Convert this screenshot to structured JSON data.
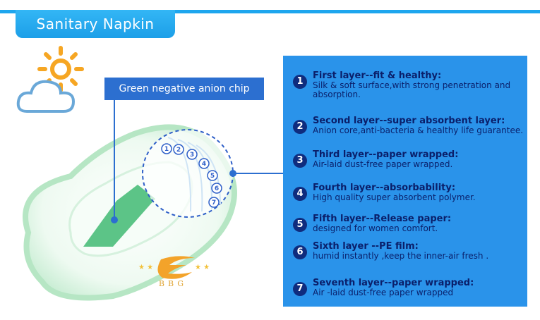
{
  "header": {
    "title": "Sanitary Napkin"
  },
  "chip_label": "Green negative anion chip",
  "brand": "BBG",
  "colors": {
    "accent_blue": "#1ea6ee",
    "panel_blue": "#2a93ea",
    "label_blue": "#2c6fd0",
    "text_navy": "#0a1f6a",
    "chip_green": "#5cc487",
    "sun_orange": "#f6a623"
  },
  "icons": [
    "sun-icon",
    "cloud-icon"
  ],
  "layers": [
    {
      "num": "1",
      "title": "First layer--fit & healthy:",
      "desc": "Silk & soft surface,with strong penetration and absorption."
    },
    {
      "num": "2",
      "title": "Second layer--super absorbent layer:",
      "desc": "Anion core,anti-bacteria & healthy life guarantee."
    },
    {
      "num": "3",
      "title": "Third layer--paper wrapped:",
      "desc": "Air-laid dust-free paper wrapped."
    },
    {
      "num": "4",
      "title": "Fourth layer--absorbability:",
      "desc": "High quality super absorbent polymer."
    },
    {
      "num": "5",
      "title": "Fifth layer--Release paper:",
      "desc": "designed for women comfort."
    },
    {
      "num": "6",
      "title": "Sixth layer --PE film:",
      "desc": "humid instantly ,keep the inner-air fresh ."
    },
    {
      "num": "7",
      "title": "Seventh layer--paper wrapped:",
      "desc": "Air -laid dust-free paper wrapped"
    }
  ]
}
